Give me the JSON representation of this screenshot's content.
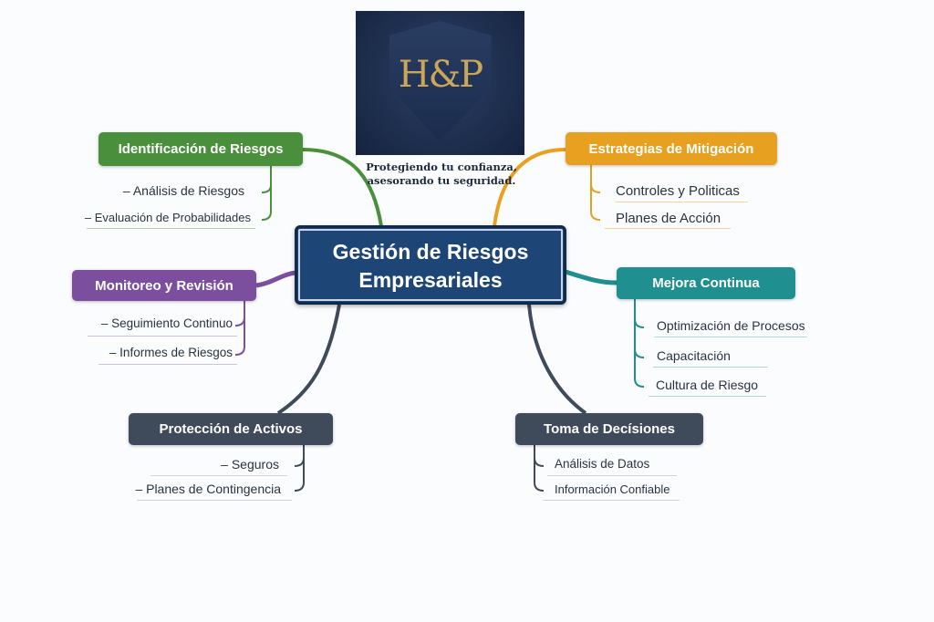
{
  "logo": {
    "text": "H&P",
    "tagline_line1": "Protegiendo tu confianza,",
    "tagline_line2": "asesorando tu seguridad."
  },
  "center": {
    "line1": "Gestión de Riesgos",
    "line2": "Empresariales",
    "color": "#1d4677"
  },
  "branches": [
    {
      "label": "Identificación de Riesgos",
      "color": "#4a8f3c",
      "items": [
        "– Análisis de Riesgos",
        "– Evaluación de Probabilidades"
      ]
    },
    {
      "label": "Monitoreo y Revisión",
      "color": "#7b4f9e",
      "items": [
        "– Seguimiento Continuo",
        "– Informes de Riesgos"
      ]
    },
    {
      "label": "Protección de Activos",
      "color": "#3f4b5a",
      "items": [
        "– Seguros",
        "– Planes de Contingencia"
      ]
    },
    {
      "label": "Estrategias de Mitigación",
      "color": "#e8a020",
      "items": [
        "Controles y Politicas",
        "Planes de Acción"
      ]
    },
    {
      "label": "Mejora Continua",
      "color": "#1f8f8f",
      "items": [
        "Optimización de Procesos",
        "Capacitación",
        "Cultura de Riesgo"
      ]
    },
    {
      "label": "Toma de Decísiones",
      "color": "#3f4b5a",
      "items": [
        "Análisis de Datos",
        "Información Confiable"
      ]
    }
  ]
}
